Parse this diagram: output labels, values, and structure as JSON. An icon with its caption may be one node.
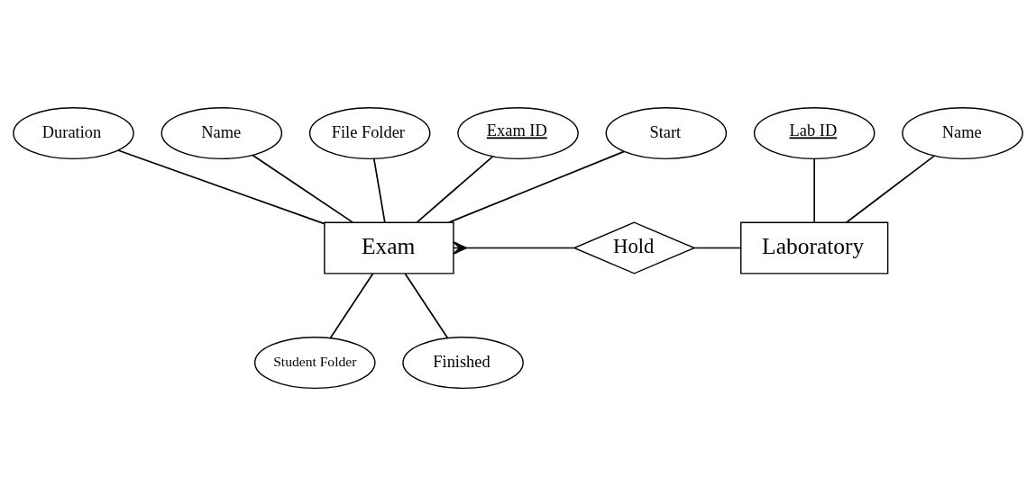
{
  "diagram": {
    "nodes": [
      {
        "text": [
          "Duration"
        ]
      },
      {
        "text": [
          "Name"
        ]
      },
      {
        "text": [
          "File Folder"
        ]
      },
      {
        "text": [
          "Exam ID"
        ]
      },
      {
        "text": [
          "Start"
        ]
      },
      {
        "text": [
          "Exam"
        ]
      },
      {
        "text": [
          "Hold"
        ]
      },
      {
        "text": [
          "Lab ID"
        ]
      },
      {
        "text": [
          "Name"
        ]
      },
      {
        "text": [
          "Laboratory"
        ]
      },
      {
        "text": [
          "Student Folder"
        ]
      },
      {
        "text": [
          "Finished"
        ]
      }
    ],
    "edges": [
      {
        "from": 0,
        "to": 5,
        "arrow": "none"
      },
      {
        "from": 1,
        "to": 5,
        "arrow": "none"
      },
      {
        "from": 2,
        "to": 5,
        "arrow": "none"
      },
      {
        "from": 3,
        "to": 5,
        "arrow": "none"
      },
      {
        "from": 4,
        "to": 5,
        "arrow": "none"
      },
      {
        "from": 5,
        "to": 6,
        "arrow": "other"
      },
      {
        "from": 6,
        "to": 9,
        "arrow": "none"
      },
      {
        "from": 7,
        "to": 9,
        "arrow": "none"
      },
      {
        "from": 8,
        "to": 9,
        "arrow": "none"
      },
      {
        "from": 5,
        "to": 10,
        "arrow": "none"
      },
      {
        "from": 5,
        "to": 11,
        "arrow": "none"
      }
    ]
  }
}
